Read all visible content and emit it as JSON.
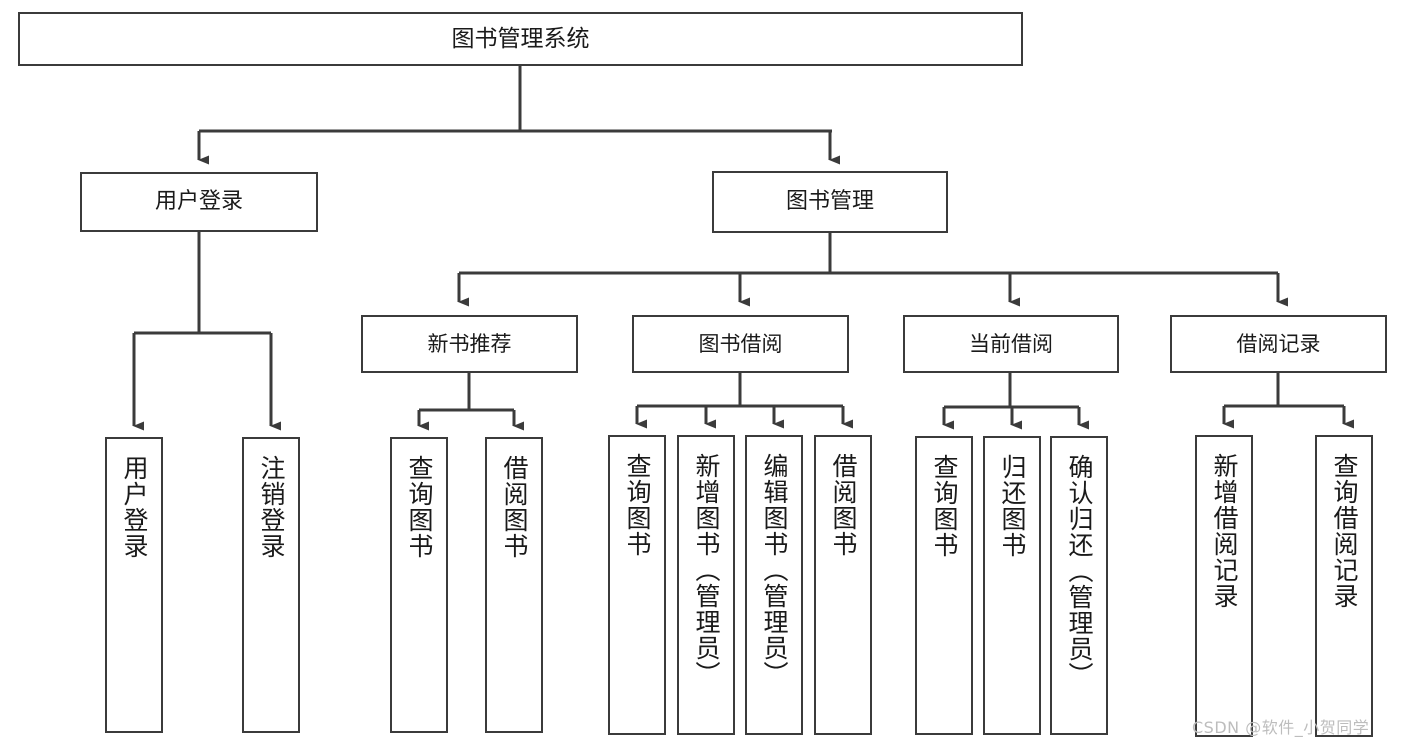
{
  "diagram": {
    "title": "图书管理系统",
    "root": {
      "label": "图书管理系统"
    },
    "tier2": [
      {
        "label": "用户登录"
      },
      {
        "label": "图书管理"
      }
    ],
    "tier3": [
      {
        "label": "新书推荐"
      },
      {
        "label": "图书借阅"
      },
      {
        "label": "当前借阅"
      },
      {
        "label": "借阅记录"
      }
    ],
    "leaves": {
      "user_login": [
        {
          "label": "用户登录"
        },
        {
          "label": "注销登录"
        }
      ],
      "new_book_recommend": [
        {
          "label": "查询图书"
        },
        {
          "label": "借阅图书"
        }
      ],
      "book_borrow": [
        {
          "label": "查询图书"
        },
        {
          "label": "新增图书（管理员）"
        },
        {
          "label": "编辑图书（管理员）"
        },
        {
          "label": "借阅图书"
        }
      ],
      "current_borrow": [
        {
          "label": "查询图书"
        },
        {
          "label": "归还图书"
        },
        {
          "label": "确认归还（管理员）"
        }
      ],
      "borrow_record": [
        {
          "label": "新增借阅记录"
        },
        {
          "label": "查询借阅记录"
        }
      ]
    }
  },
  "watermark": {
    "text": "CSDN @软件_小贺同学"
  },
  "colors": {
    "stroke": "#3b3b3b",
    "box_fill": "#ffffff",
    "text": "#1a1a1a",
    "watermark": "#bdbdbd"
  }
}
